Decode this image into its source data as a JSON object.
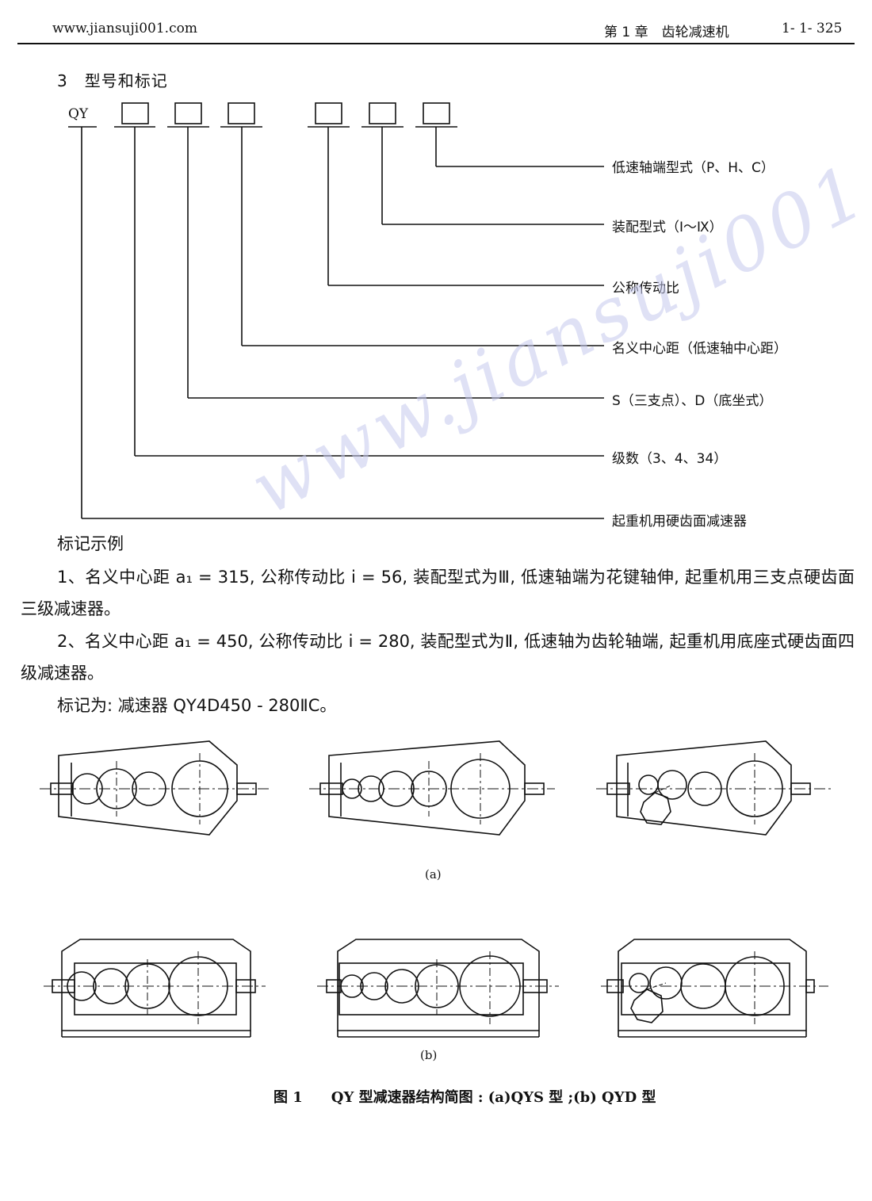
{
  "header": {
    "site": "www.jiansuji001.com",
    "chapter": "第 1 章　齿轮减速机",
    "page": "1- 1- 325"
  },
  "section": {
    "title": "3　型号和标记"
  },
  "designation": {
    "prefix": "QY",
    "labels": [
      "低速轴端型式（P、H、C）",
      "装配型式（Ⅰ～Ⅸ）",
      "公称传动比",
      "名义中心距（低速轴中心距）",
      "S（三支点）、D（底坐式）",
      "级数（3、4、34）",
      "起重机用硬齿面减速器"
    ]
  },
  "examples": {
    "heading": "标记示例",
    "item1": "1、名义中心距 a₁ = 315, 公称传动比 i = 56, 装配型式为Ⅲ, 低速轴端为花键轴伸, 起重机用三支点硬齿面三级减速器。",
    "item2": "2、名义中心距 a₁ = 450, 公称传动比 i = 280, 装配型式为Ⅱ, 低速轴为齿轮轴端, 起重机用底座式硬齿面四级减速器。",
    "marking": "标记为: 减速器 QY4D450 - 280ⅡC。"
  },
  "figure": {
    "sub_a": "(a)",
    "sub_b": "(b)",
    "caption": "图 1　　QY 型减速器结构简图 : (a)QYS 型 ;(b) QYD 型"
  },
  "watermark": "www.jiansuji001.com"
}
